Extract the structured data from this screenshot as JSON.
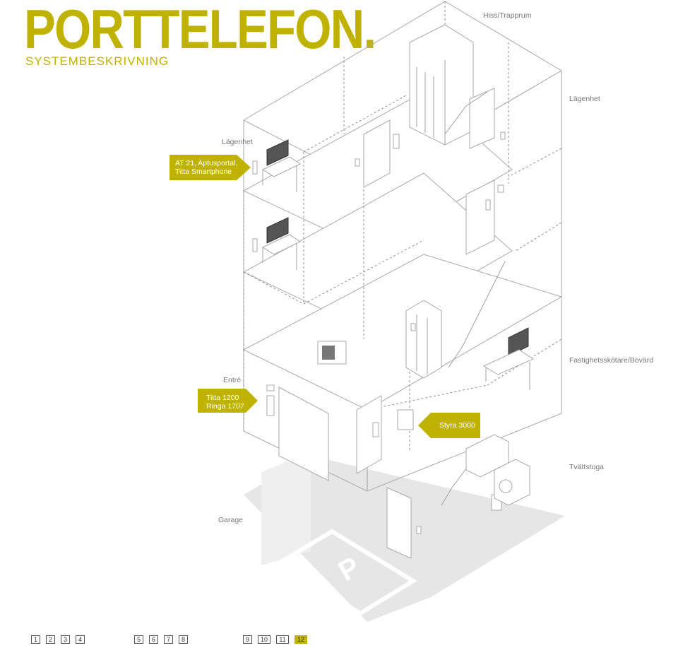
{
  "header": {
    "title": "PORTTELEFON.",
    "subtitle": "SYSTEMBESKRIVNING"
  },
  "labels": {
    "hiss": "Hiss/Trapprum",
    "lagenhet_right": "Lägenhet",
    "lagenhet_left": "Lägenhet",
    "fastighet": "Fastighetsskötare/Bovärd",
    "entre": "Entré",
    "tvattstuga": "Tvättstuga",
    "garage": "Garage",
    "parking_letter": "P"
  },
  "callouts": {
    "at21": {
      "line1": "AT 21, Aptusportal,",
      "line2": "Titta Smartphone"
    },
    "titta": {
      "line1": "Titta 1200",
      "line2": "Ringa 1707"
    },
    "styra": {
      "line1": "Styra 3000"
    }
  },
  "pager": {
    "pages": [
      "1",
      "2",
      "3",
      "4",
      "5",
      "6",
      "7",
      "8",
      "9",
      "10",
      "11",
      "12"
    ],
    "active": "12"
  },
  "colors": {
    "accent": "#bfb200",
    "line": "#999999",
    "floor": "#e4e4e4",
    "text": "#777777"
  }
}
